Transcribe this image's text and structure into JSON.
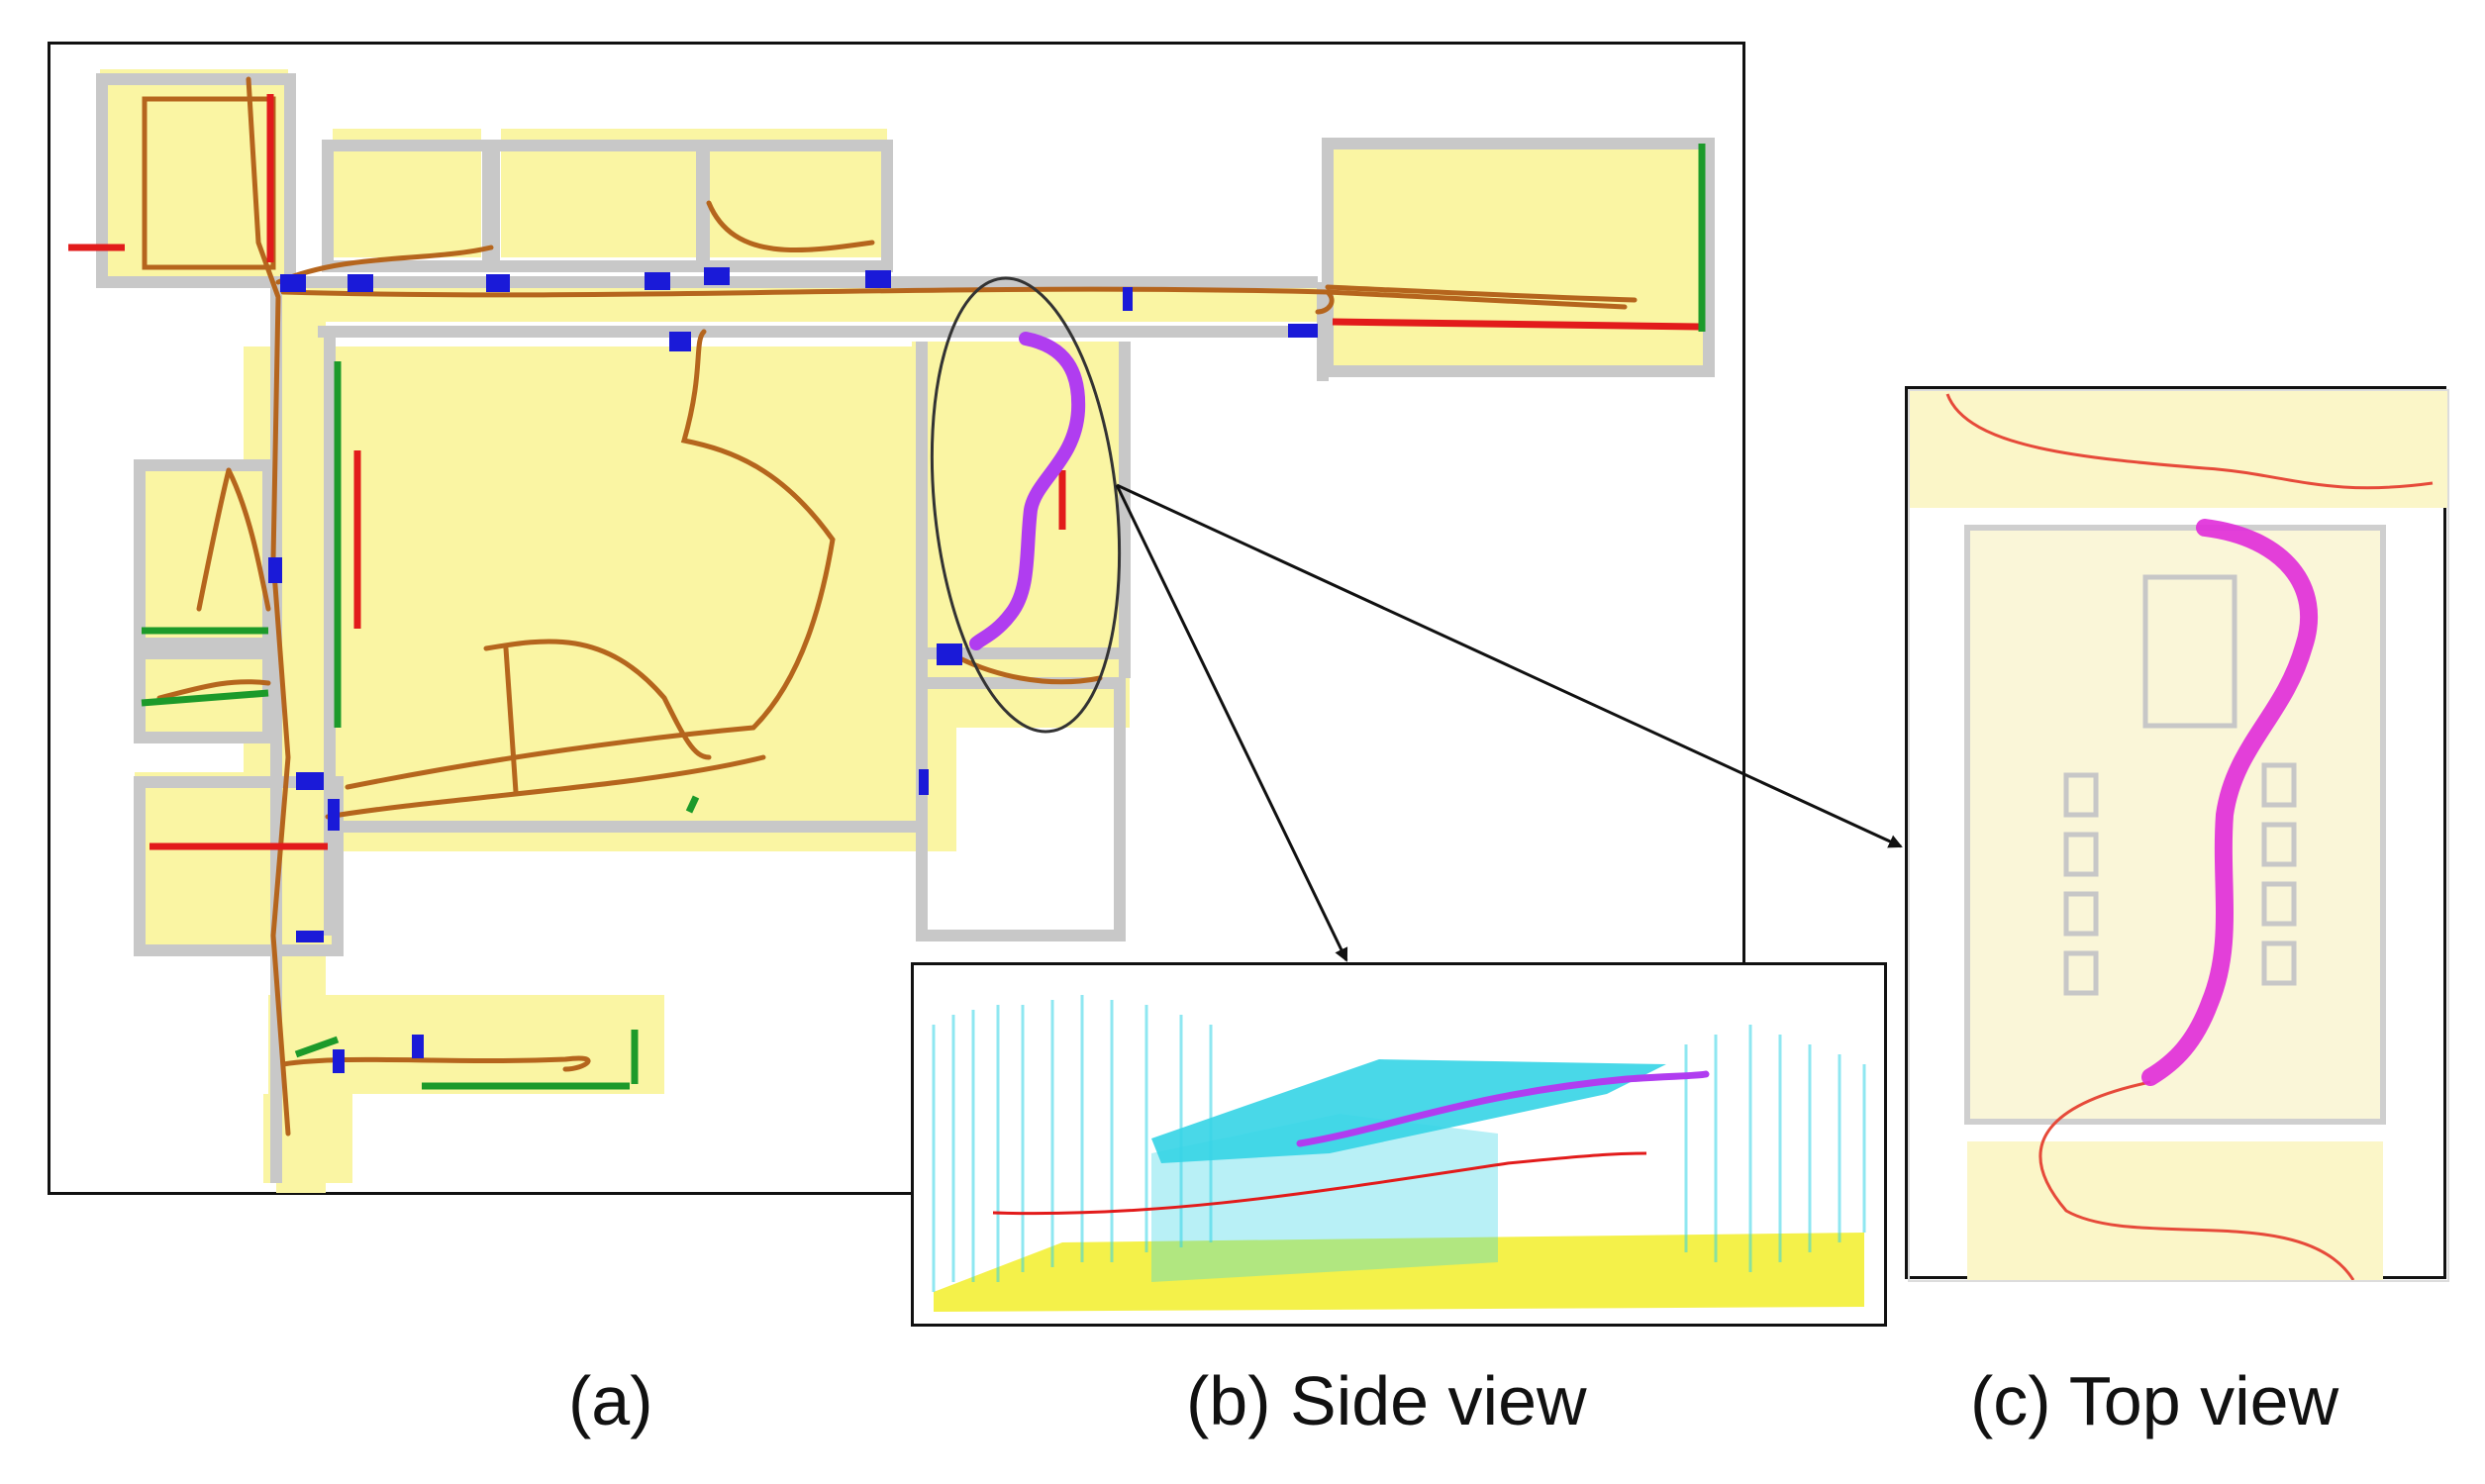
{
  "figure": {
    "captions": {
      "a": "(a)",
      "b": "(b) Side view",
      "c": "(c) Top view"
    },
    "colors": {
      "floor_map": "#faf5a3",
      "walls": "#c8c8c8",
      "trajectory": "#b5651d",
      "doors": "#1a1ad8",
      "highlight_path": "#b03df0",
      "red_segments": "#e21b1b",
      "green_segments": "#1c9a2a",
      "side_view_cloud": "#35d4e6",
      "side_view_floor": "#f2ee2a",
      "top_view_path": "#e02bd9",
      "top_view_trajectory": "#e64a3a"
    }
  }
}
